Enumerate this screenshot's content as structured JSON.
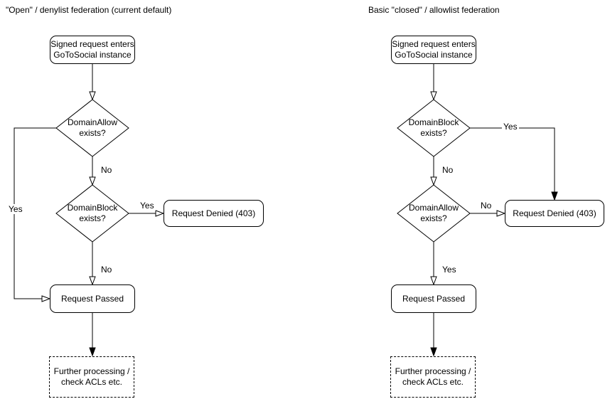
{
  "colors": {
    "stroke": "#000000",
    "background": "#ffffff",
    "text": "#000000"
  },
  "left": {
    "title": "\"Open\" / denylist federation (current default)",
    "start": "Signed request enters\nGoToSocial instance",
    "decision1": "DomainAllow\nexists?",
    "decision2": "DomainBlock\nexists?",
    "denied": "Request Denied (403)",
    "passed": "Request Passed",
    "further": "Further processing /\ncheck ACLs etc.",
    "labels": {
      "d1_yes": "Yes",
      "d1_no": "No",
      "d2_yes": "Yes",
      "d2_no": "No"
    }
  },
  "right": {
    "title": "Basic \"closed\" / allowlist federation",
    "start": "Signed request enters\nGoToSocial instance",
    "decision1": "DomainBlock\nexists?",
    "decision2": "DomainAllow\nexists?",
    "denied": "Request Denied (403)",
    "passed": "Request Passed",
    "further": "Further processing /\ncheck ACLs etc.",
    "labels": {
      "d1_yes": "Yes",
      "d1_no": "No",
      "d2_no": "No",
      "d2_yes": "Yes"
    }
  }
}
